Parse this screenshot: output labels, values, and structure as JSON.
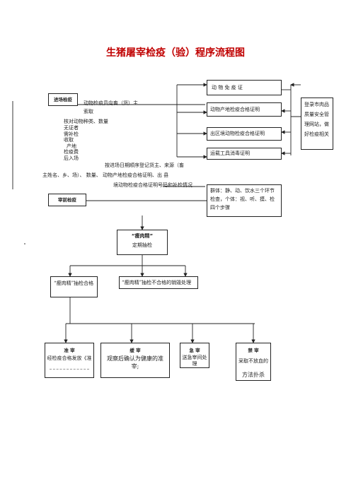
{
  "title": "生猪屠宰检疫（验）程序流程图",
  "left_boxes": {
    "site": "进场检疫",
    "pre": "宰前检疫"
  },
  "site_notes": {
    "line1": "动物检疫员向畜（货）主",
    "line2": "索取",
    "line3": "核对动物种类、数量",
    "items": [
      "无证者",
      "需补检",
      "收取",
      "产地",
      "检疫费",
      "后入场"
    ]
  },
  "register_text": {
    "line1": "按进场日期顺序登记货主、来源（畜",
    "line2": "主姓名、乡、场）、  数量、 动物产地检疫合格证明、出 县",
    "line3": "境动物检疫合格证明号码和补检情况"
  },
  "right_boxes": {
    "immunity": "动  物  免  疫  证",
    "origin_cert": "动物产地检疫合格证明",
    "outside_cert": "出区境动物检疫合格证明",
    "transport_cert": "运载工具消毒证明",
    "group_check": "群体：静、动、饮水三个环节检查，个体：视、听、摸、检四个步骤"
  },
  "far_right_note": "登录市肉品质量安全管理网站，做好检疫相关",
  "lean_box": {
    "line1": "“瘦肉精”",
    "line2": "定期抽检"
  },
  "lean_pass": "“瘦肉精”抽检合格",
  "lean_fail": "“瘦肉精”抽检不合格的销毁处理",
  "bottom_boxes": {
    "b1_title": "准  宰",
    "b1_text": "经检疫合格发放《准",
    "b2_title": "缓  宰",
    "b2_text": "观察后确认为健康的准宰;",
    "b3_title": "急  宰",
    "b3_text": "送急宰间处理",
    "b4_title": "禁  宰",
    "b4_text": "采取不放血的",
    "b4_cut": "方法扑杀"
  }
}
